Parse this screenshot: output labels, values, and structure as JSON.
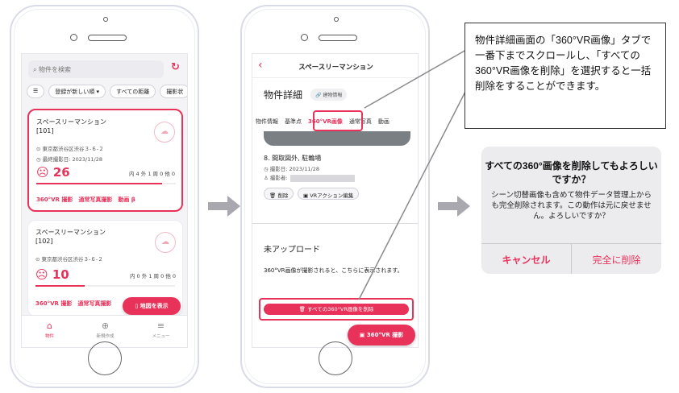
{
  "phone1": {
    "search_placeholder": "物件を検索",
    "reload_icon": "↻",
    "filters": [
      "登録が新しい順 ▾",
      "すべての距離",
      "撮影状"
    ],
    "cards": [
      {
        "name": "スペースリーマンション",
        "unit": "[101]",
        "address": "東京都渋谷区渋谷３-６-２",
        "last_shot": "最終撮影日: 2023/11/28",
        "score": "26",
        "counts": "内 4  外 1  周 0  他 0",
        "progress": 0.9,
        "tags": [
          "360°VR 撮影",
          "通常写真撮影",
          "動画 β"
        ]
      },
      {
        "name": "スペースリーマンション",
        "unit": "[102]",
        "address": "東京都渋谷区渋谷３-６-２",
        "score": "10",
        "counts": "内 0  外 1  周 0  他 0",
        "progress": 0.35,
        "tags": [
          "360°VR 撮影",
          "通常写真撮影"
        ]
      }
    ],
    "map_button": "地図を表示",
    "tabs": [
      {
        "icon": "⌂",
        "label": "物件"
      },
      {
        "icon": "⊕",
        "label": "新規作成"
      },
      {
        "icon": "≡",
        "label": "メニュー"
      }
    ]
  },
  "phone2": {
    "title": "スペースリーマンション",
    "detail_title": "物件詳細",
    "building_info": "🔗 建物情報",
    "tabs": [
      "物件情報",
      "基準点",
      "360°VR画像",
      "通常写真",
      "動画"
    ],
    "photo_title": "8. 間取図外, 駐輪場",
    "photo_date": "撮影日: 2023/11/28",
    "photographer_label": "撮影者:",
    "delete_button": "🗑 削除",
    "vr_action_button": "VRアクション編集",
    "section_title": "未アップロード",
    "section_text": "360°VR画像が撮影されると、こちらに表示されます。",
    "delete_all_button": "🗑 すべての360°VR画像を削除",
    "vr_shoot_button": "▣ 360°VR 撮影"
  },
  "callout": {
    "text": "物件詳細画面の「360°VR画像」タブで一番下までスクロールし、「すべての360°VR画像を削除」を選択すると一括削除をすることができます。"
  },
  "dialog": {
    "title": "すべての360°画像を削除してもよろしいですか？",
    "message": "シーン切替画像も含めて物件データ管理上からも完全削除されます。この動作は元に戻せません。よろしいですか？",
    "cancel": "キャンセル",
    "confirm": "完全に削除"
  },
  "colors": {
    "accent": "#e8325a",
    "frame": "#d9dbe8",
    "arrow": "#a8a8ae"
  }
}
